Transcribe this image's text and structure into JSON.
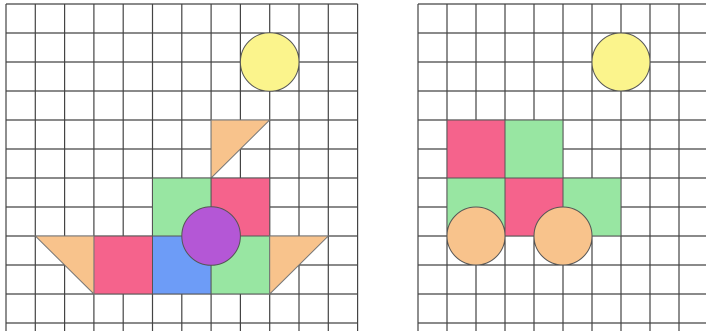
{
  "colors": {
    "grid_line": "#444444",
    "background": "#ffffff",
    "pink": "#f5638c",
    "green": "#98e6a2",
    "blue": "#6d9cf7",
    "purple": "#b457d6",
    "peach": "#f8c38c",
    "yellow": "#fbf48c"
  },
  "grids": [
    {
      "id": "left",
      "columns": 12,
      "rows": 11,
      "shapes": [
        {
          "name": "sun-circle",
          "kind": "circle",
          "color": "yellow",
          "col": 9,
          "row": 2,
          "r": 1
        },
        {
          "name": "sail-triangle",
          "kind": "triangle",
          "color": "peach",
          "points": [
            [
              7,
              4
            ],
            [
              9,
              4
            ],
            [
              7,
              6
            ]
          ]
        },
        {
          "name": "cabin-green-square",
          "kind": "rect",
          "color": "green",
          "col": 5,
          "row": 6,
          "w": 2,
          "h": 2
        },
        {
          "name": "cabin-pink-square",
          "kind": "rect",
          "color": "pink",
          "col": 7,
          "row": 6,
          "w": 2,
          "h": 2
        },
        {
          "name": "hull-pink-square",
          "kind": "rect",
          "color": "pink",
          "col": 3,
          "row": 8,
          "w": 2,
          "h": 2
        },
        {
          "name": "hull-blue-square",
          "kind": "rect",
          "color": "blue",
          "col": 5,
          "row": 8,
          "w": 2,
          "h": 2
        },
        {
          "name": "hull-green-square",
          "kind": "rect",
          "color": "green",
          "col": 7,
          "row": 8,
          "w": 2,
          "h": 2
        },
        {
          "name": "hull-left-triangle",
          "kind": "triangle",
          "color": "peach",
          "points": [
            [
              1,
              8
            ],
            [
              3,
              8
            ],
            [
              3,
              10
            ]
          ]
        },
        {
          "name": "hull-right-triangle",
          "kind": "triangle",
          "color": "peach",
          "points": [
            [
              9,
              8
            ],
            [
              11,
              8
            ],
            [
              9,
              10
            ]
          ]
        },
        {
          "name": "porthole-circle",
          "kind": "circle",
          "color": "purple",
          "col": 7,
          "row": 8,
          "r": 1
        }
      ]
    },
    {
      "id": "right",
      "columns": 10,
      "rows": 11,
      "shapes": [
        {
          "name": "sun-circle",
          "kind": "circle",
          "color": "yellow",
          "col": 7,
          "row": 2,
          "r": 1
        },
        {
          "name": "top-pink-square",
          "kind": "rect",
          "color": "pink",
          "col": 1,
          "row": 4,
          "w": 2,
          "h": 2
        },
        {
          "name": "top-green-square",
          "kind": "rect",
          "color": "green",
          "col": 3,
          "row": 4,
          "w": 2,
          "h": 2
        },
        {
          "name": "body-green-left-square",
          "kind": "rect",
          "color": "green",
          "col": 1,
          "row": 6,
          "w": 2,
          "h": 2
        },
        {
          "name": "body-pink-square",
          "kind": "rect",
          "color": "pink",
          "col": 3,
          "row": 6,
          "w": 2,
          "h": 2
        },
        {
          "name": "body-green-right-square",
          "kind": "rect",
          "color": "green",
          "col": 5,
          "row": 6,
          "w": 2,
          "h": 2
        },
        {
          "name": "left-wheel-circle",
          "kind": "circle",
          "color": "peach",
          "col": 2,
          "row": 8,
          "r": 1
        },
        {
          "name": "right-wheel-circle",
          "kind": "circle",
          "color": "peach",
          "col": 5,
          "row": 8,
          "r": 1
        }
      ]
    }
  ]
}
